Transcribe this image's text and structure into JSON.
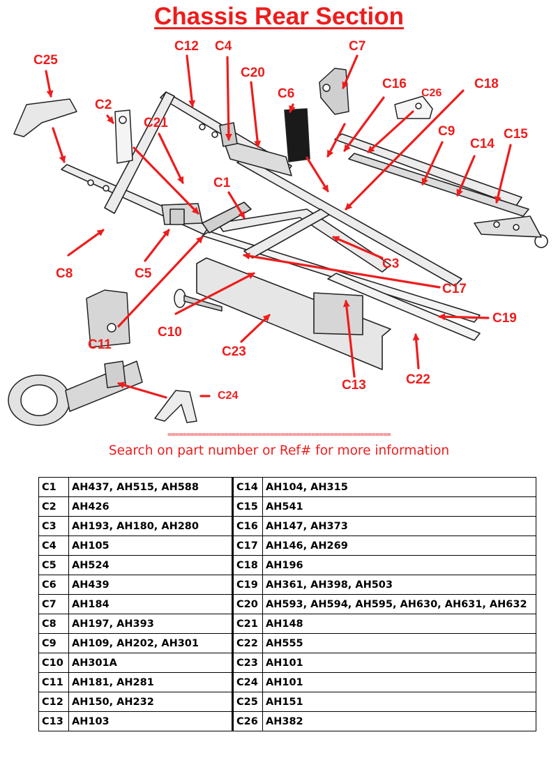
{
  "title": "Chassis Rear Section",
  "divider": "===========================================================",
  "note": "Search on part number or Ref# for more information",
  "callouts": {
    "C1": "C1",
    "C2": "C2",
    "C3": "C3",
    "C4": "C4",
    "C5": "C5",
    "C6": "C6",
    "C7": "C7",
    "C8": "C8",
    "C9": "C9",
    "C10": "C10",
    "C11": "C11",
    "C12": "C12",
    "C13": "C13",
    "C14": "C14",
    "C15": "C15",
    "C16": "C16",
    "C17": "C17",
    "C18": "C18",
    "C19": "C19",
    "C20": "C20",
    "C21": "C21",
    "C22": "C22",
    "C23": "C23",
    "C24": "C24",
    "C25": "C25",
    "C26": "C26"
  },
  "parts_table": [
    {
      "ref_left": "C1",
      "parts_left": "AH437, AH515, AH588",
      "ref_right": "C14",
      "parts_right": "AH104, AH315"
    },
    {
      "ref_left": "C2",
      "parts_left": "AH426",
      "ref_right": "C15",
      "parts_right": "AH541"
    },
    {
      "ref_left": "C3",
      "parts_left": "AH193, AH180, AH280",
      "ref_right": "C16",
      "parts_right": "AH147, AH373"
    },
    {
      "ref_left": "C4",
      "parts_left": "AH105",
      "ref_right": "C17",
      "parts_right": "AH146, AH269"
    },
    {
      "ref_left": "C5",
      "parts_left": "AH524",
      "ref_right": "C18",
      "parts_right": "AH196"
    },
    {
      "ref_left": "C6",
      "parts_left": "AH439",
      "ref_right": "C19",
      "parts_right": "AH361, AH398, AH503"
    },
    {
      "ref_left": "C7",
      "parts_left": "AH184",
      "ref_right": "C20",
      "parts_right": "AH593, AH594, AH595, AH630, AH631, AH632"
    },
    {
      "ref_left": "C8",
      "parts_left": "AH197, AH393",
      "ref_right": "C21",
      "parts_right": "AH148"
    },
    {
      "ref_left": "C9",
      "parts_left": "AH109, AH202, AH301",
      "ref_right": "C22",
      "parts_right": "AH555"
    },
    {
      "ref_left": "C10",
      "parts_left": "AH301A",
      "ref_right": "C23",
      "parts_right": "AH101"
    },
    {
      "ref_left": "C11",
      "parts_left": "AH181, AH281",
      "ref_right": "C24",
      "parts_right": "AH101"
    },
    {
      "ref_left": "C12",
      "parts_left": "AH150, AH232",
      "ref_right": "C25",
      "parts_right": "AH151"
    },
    {
      "ref_left": "C13",
      "parts_left": "AH103",
      "ref_right": "C26",
      "parts_right": "AH382"
    }
  ]
}
